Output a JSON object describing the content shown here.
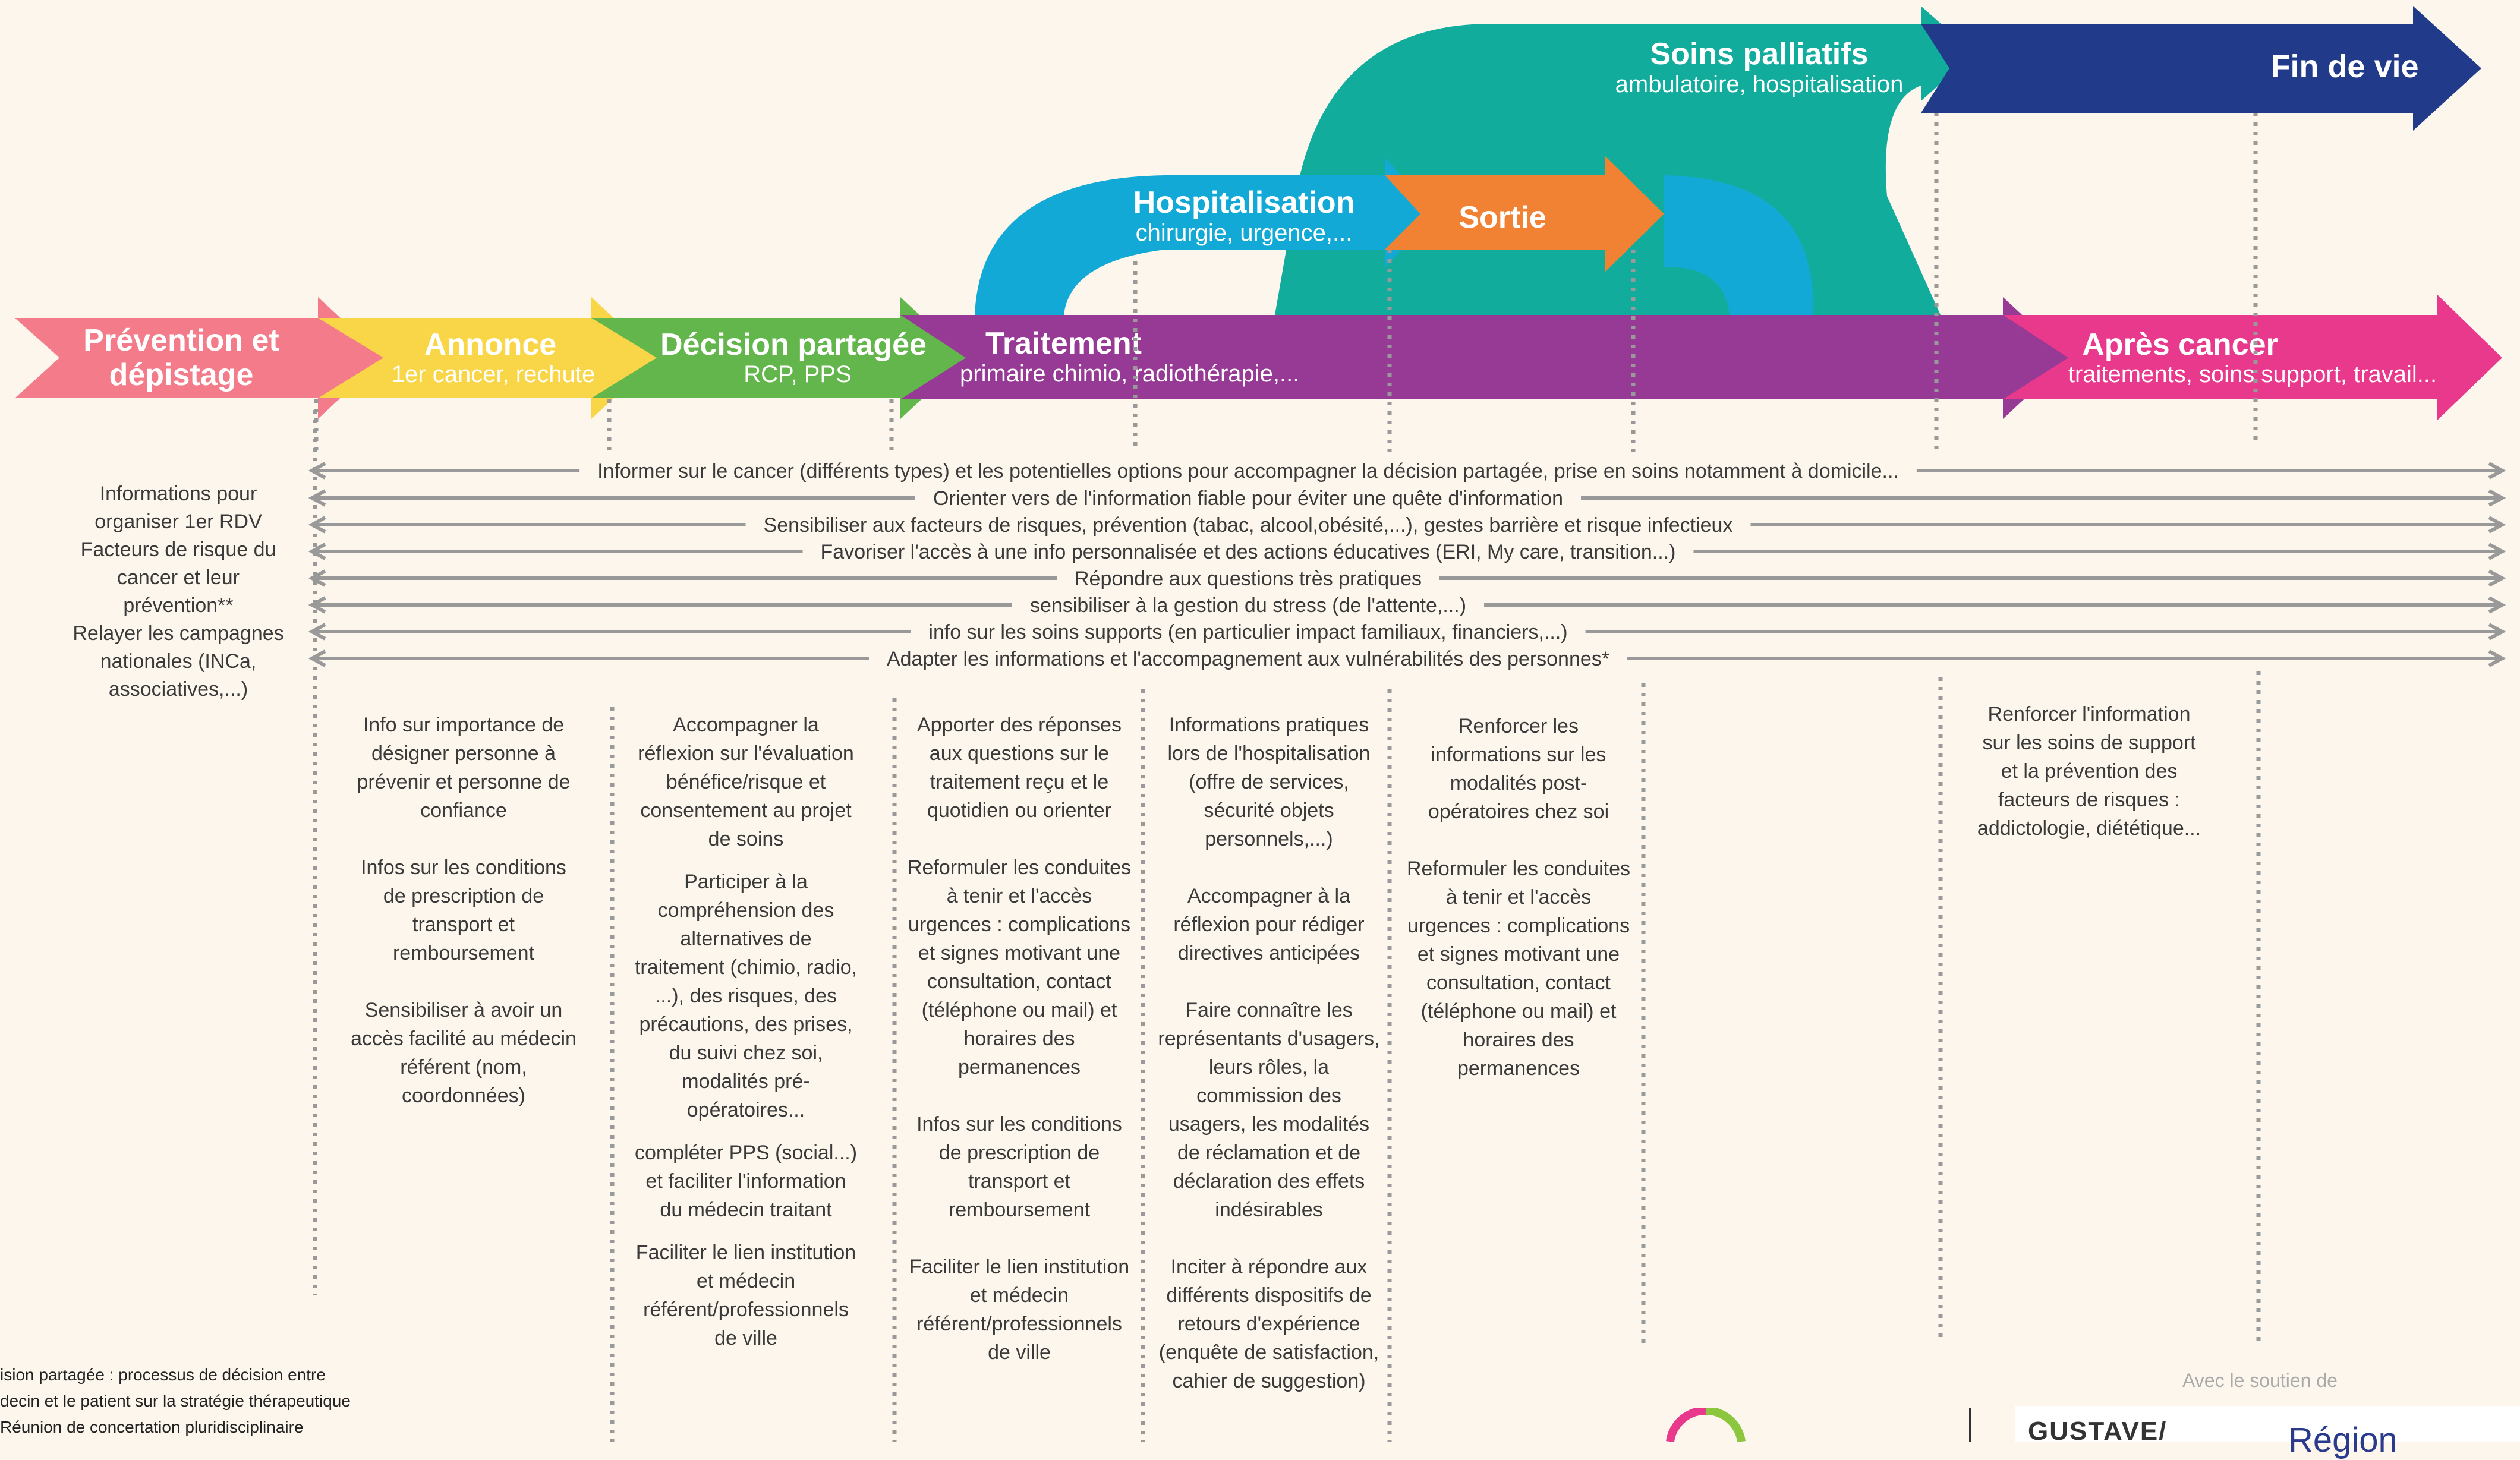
{
  "phases": {
    "prevention": {
      "title_line1": "Prévention et",
      "title_line2": "dépistage",
      "color": "#f47c8a"
    },
    "annonce": {
      "title": "Annonce",
      "subtitle": "1er cancer, rechute",
      "color": "#f9d548"
    },
    "decision": {
      "title": "Décision partagée",
      "subtitle": "RCP, PPS",
      "color": "#63b64c"
    },
    "traitement": {
      "title": "Traitement",
      "subtitle": "primaire chimio, radiothérapie,...",
      "color": "#963a96"
    },
    "apres": {
      "title": "Après cancer",
      "subtitle": "traitements, soins support, travail...",
      "color": "#e8398c"
    },
    "hospitalisation": {
      "title": "Hospitalisation",
      "subtitle": "chirurgie, urgence,...",
      "color": "#12a9d6"
    },
    "sortie": {
      "title": "Sortie",
      "color": "#f28233"
    },
    "palliatifs": {
      "title": "Soins palliatifs",
      "subtitle": "ambulatoire, hospitalisation",
      "color": "#12ac9d"
    },
    "fin": {
      "title": "Fin de vie",
      "color": "#223a8a"
    }
  },
  "arrows": [
    "Informer sur le cancer (différents types) et les potentielles options pour accompagner la décision partagée, prise en soins notamment à domicile...",
    "Orienter vers de l'information fiable pour éviter une quête d'information",
    "Sensibiliser aux facteurs de risques, prévention (tabac, alcool,obésité,...), gestes barrière et risque infectieux",
    "Favoriser l'accès à une info personnalisée et des actions éducatives (ERI, My care, transition...)",
    "Répondre aux questions très pratiques",
    "sensibiliser à la gestion du stress (de l'attente,...)",
    "info sur les soins supports (en particulier impact familiaux, financiers,...)",
    "Adapter les informations et l'accompagnement aux vulnérabilités des personnes*"
  ],
  "left_column": [
    "Informations pour",
    "organiser 1er RDV",
    "Facteurs de risque du",
    "cancer et leur",
    "prévention**",
    "Relayer les campagnes",
    "nationales (INCa,",
    "associatives,...)"
  ],
  "col_annonce": [
    "Info sur importance de désigner personne à prévenir et personne de confiance",
    "Infos sur les conditions de prescription de transport et remboursement",
    "Sensibiliser à avoir un accès facilité au médecin référent (nom, coordonnées)"
  ],
  "col_decision": [
    "Accompagner la réflexion sur l'évaluation bénéfice/risque et consentement au projet de soins",
    "Participer à la compréhension des alternatives de traitement (chimio, radio, ...), des risques, des précautions, des prises, du suivi chez soi, modalités pré-opératoires...",
    "compléter PPS (social...) et faciliter l'information du médecin traitant",
    "Faciliter le lien institution et médecin référent/professionnels de ville"
  ],
  "col_traitement": [
    "Apporter des réponses aux questions sur le traitement reçu et le quotidien ou orienter",
    "Reformuler les conduites à tenir et l'accès urgences : complications et signes motivant une consultation, contact (téléphone ou mail) et horaires des permanences",
    "Infos sur les conditions de prescription de transport et remboursement",
    "Faciliter le lien institution et médecin référent/professionnels de ville"
  ],
  "col_hospitalisation": [
    "Informations pratiques lors de l'hospitalisation (offre de services, sécurité objets personnels,...)",
    "Accompagner à la réflexion pour rédiger directives anticipées",
    "Faire connaître les représentants d'usagers, leurs rôles, la commission des usagers, les modalités de réclamation et de déclaration des effets indésirables",
    "Inciter à répondre aux différents dispositifs de retours d'expérience (enquête de satisfaction, cahier de suggestion)"
  ],
  "col_sortie": [
    "Renforcer les informations sur les modalités post-opératoires chez soi",
    "Reformuler les conduites à tenir et l'accès urgences : complications et signes motivant une consultation, contact (téléphone ou mail) et horaires des permanences"
  ],
  "col_apres": [
    "Renforcer l'information sur les soins de support et la prévention des facteurs de risques : addictologie, diététique..."
  ],
  "footnotes": [
    "ision partagée : processus de décision entre",
    "decin et le patient sur la stratégie thérapeutique",
    "Réunion de concertation pluridisciplinaire"
  ],
  "support_label": "Avec le soutien de",
  "logo_gustave": "GUSTAVE/",
  "logo_region": "Région"
}
